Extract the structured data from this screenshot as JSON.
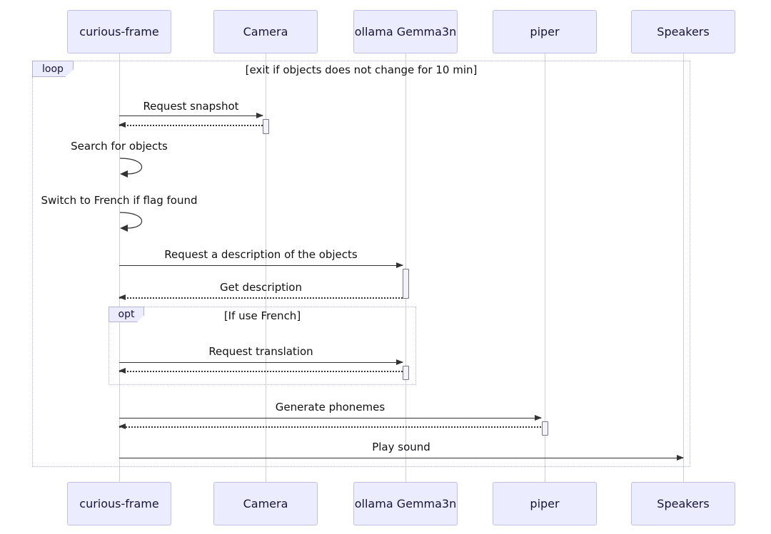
{
  "diagram": {
    "participants": [
      "curious-frame",
      "Camera",
      "ollama Gemma3n",
      "piper",
      "Speakers"
    ],
    "frames": {
      "loop": {
        "label": "loop",
        "condition": "[exit if objects does not change for 10 min]"
      },
      "opt": {
        "label": "opt",
        "condition": "[If use French]"
      }
    },
    "messages": [
      {
        "label": "Request snapshot",
        "from": "curious-frame",
        "to": "Camera",
        "kind": "solid-with-dotted-return"
      },
      {
        "label": "Search for objects",
        "from": "curious-frame",
        "to": "curious-frame",
        "kind": "self"
      },
      {
        "label": "Switch to French if flag found",
        "from": "curious-frame",
        "to": "curious-frame",
        "kind": "self"
      },
      {
        "label": "Request a description of the objects",
        "from": "curious-frame",
        "to": "ollama Gemma3n",
        "kind": "solid"
      },
      {
        "label": "Get description",
        "from": "ollama Gemma3n",
        "to": "curious-frame",
        "kind": "dotted-return"
      },
      {
        "label": "Request translation",
        "from": "curious-frame",
        "to": "ollama Gemma3n",
        "kind": "solid-with-dotted-return"
      },
      {
        "label": "Generate phonemes",
        "from": "curious-frame",
        "to": "piper",
        "kind": "solid-with-dotted-return"
      },
      {
        "label": "Play sound",
        "from": "curious-frame",
        "to": "Speakers",
        "kind": "solid"
      }
    ],
    "colors": {
      "participant_fill": "#ECECFF",
      "participant_border": "#c0c0e4",
      "frame_border": "#b2b2d2",
      "frame_label_fill": "#ECECFF",
      "lifeline": "#cfcfe2",
      "arrow": "#333333",
      "activation_fill": "#f3f3f7",
      "activation_border": "#77778a",
      "text": "#111111",
      "background": "#ffffff"
    }
  }
}
